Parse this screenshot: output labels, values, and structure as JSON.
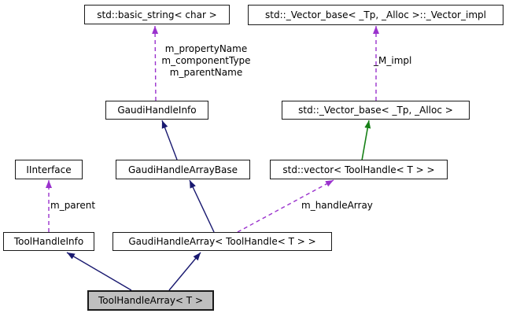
{
  "diagram": {
    "type": "collaboration-graph",
    "focus_node": "ToolHandleArray< T >",
    "nodes": [
      {
        "id": "std-basic-string",
        "label": "std::basic_string< char >"
      },
      {
        "id": "std-vector-impl",
        "label": "std::_Vector_base< _Tp, _Alloc >::_Vector_impl"
      },
      {
        "id": "gaudi-handle-info",
        "label": "GaudiHandleInfo"
      },
      {
        "id": "std-vector-base",
        "label": "std::_Vector_base< _Tp, _Alloc >"
      },
      {
        "id": "iinterface",
        "label": "IInterface"
      },
      {
        "id": "gaudi-handle-array-base",
        "label": "GaudiHandleArrayBase"
      },
      {
        "id": "std-vector-toolhandle",
        "label": "std::vector< ToolHandle< T > >"
      },
      {
        "id": "tool-handle-info",
        "label": "ToolHandleInfo"
      },
      {
        "id": "gaudi-handle-array",
        "label": "GaudiHandleArray< ToolHandle< T > >"
      },
      {
        "id": "tool-handle-array",
        "label": "ToolHandleArray< T >"
      }
    ],
    "edges": [
      {
        "from": "GaudiHandleInfo",
        "to": "std::basic_string< char >",
        "style": "dashed",
        "relation": "member",
        "label": "m_propertyName m_componentType m_parentName"
      },
      {
        "from": "std::_Vector_base< _Tp, _Alloc >",
        "to": "std::_Vector_base< _Tp, _Alloc >::_Vector_impl",
        "style": "dashed",
        "relation": "member",
        "label": "_M_impl"
      },
      {
        "from": "GaudiHandleArrayBase",
        "to": "GaudiHandleInfo",
        "style": "solid",
        "relation": "public-inheritance",
        "label": ""
      },
      {
        "from": "std::vector< ToolHandle< T > >",
        "to": "std::_Vector_base< _Tp, _Alloc >",
        "style": "solid",
        "relation": "protected-inheritance",
        "label": ""
      },
      {
        "from": "ToolHandleInfo",
        "to": "IInterface",
        "style": "dashed",
        "relation": "member",
        "label": "m_parent"
      },
      {
        "from": "GaudiHandleArray< ToolHandle< T > >",
        "to": "GaudiHandleArrayBase",
        "style": "solid",
        "relation": "public-inheritance",
        "label": ""
      },
      {
        "from": "GaudiHandleArray< ToolHandle< T > >",
        "to": "std::vector< ToolHandle< T > >",
        "style": "dashed",
        "relation": "member",
        "label": "m_handleArray"
      },
      {
        "from": "ToolHandleArray< T >",
        "to": "ToolHandleInfo",
        "style": "solid",
        "relation": "public-inheritance",
        "label": ""
      },
      {
        "from": "ToolHandleArray< T >",
        "to": "GaudiHandleArray< ToolHandle< T > >",
        "style": "solid",
        "relation": "public-inheritance",
        "label": ""
      }
    ],
    "edge_labels": {
      "basic_string_members": {
        "lines": [
          "m_propertyName",
          "m_componentType",
          "m_parentName"
        ]
      },
      "m_impl": "_M_impl",
      "m_parent": "m_parent",
      "m_handle_array": "m_handleArray"
    },
    "colors": {
      "inheritance": "#191970",
      "protected_inheritance": "#168016",
      "usage": "#9a32cd",
      "node_border": "#1a1a1a",
      "node_fill": "#ffffff",
      "focus_fill": "#bfbfbf",
      "background": "#ffffff",
      "text": "#000000"
    }
  }
}
